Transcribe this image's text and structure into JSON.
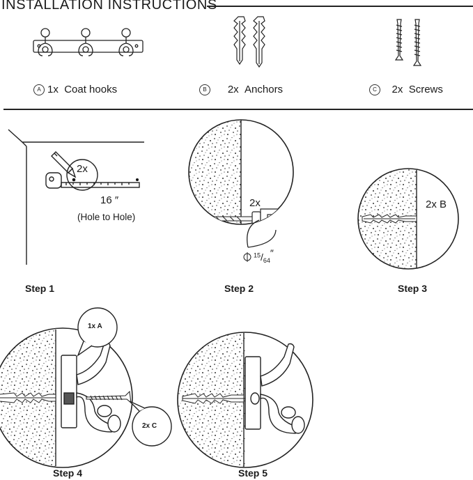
{
  "header": {
    "title": "INSTALLATION INSTRUCTIONS"
  },
  "parts": [
    {
      "letter": "A",
      "qty": "1x",
      "name": "Coat hooks"
    },
    {
      "letter": "B",
      "qty": "2x",
      "name": "Anchors"
    },
    {
      "letter": "C",
      "qty": "2x",
      "name": "Screws"
    }
  ],
  "steps": {
    "step1": {
      "label": "Step 1",
      "callout": "2x",
      "measure": "16 ″",
      "note": "(Hole to Hole)"
    },
    "step2": {
      "label": "Step 2",
      "callout": "2x",
      "bit_num": "15",
      "bit_den": "64",
      "bit_unit": "″"
    },
    "step3": {
      "label": "Step 3",
      "callout": "2x B"
    },
    "step4": {
      "label": "Step 4",
      "bubble_a": "1x A",
      "bubble_c": "2x C"
    },
    "step5": {
      "label": "Step 5"
    }
  },
  "colors": {
    "ink": "#1a1a1a",
    "wall_dots": "#333333"
  },
  "icons": [
    "coat-hook-rack-icon",
    "anchor-icon",
    "screw-icon",
    "pencil-icon",
    "tape-measure-icon",
    "drill-icon",
    "diameter-icon"
  ]
}
